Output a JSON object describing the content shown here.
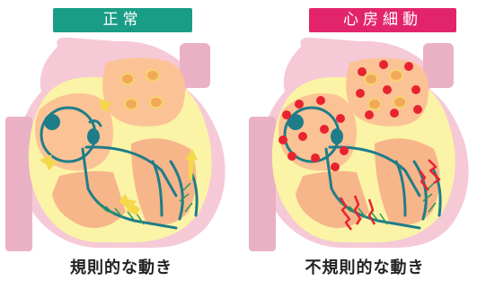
{
  "panels": [
    {
      "badge": "正常",
      "caption": "規則的な動き",
      "badge_color": "#1a9d86"
    },
    {
      "badge": "心房細動",
      "caption": "不規則的な動き",
      "badge_color": "#e2256b"
    }
  ],
  "colors": {
    "outer_pink": "#f6c9d6",
    "outer_pink_dark": "#eab1c4",
    "inner_yellow": "#fbf3a6",
    "chamber_orange": "#fbc395",
    "chamber_tan": "#f7b58a",
    "conduction_teal": "#1f7d8a",
    "arrow_yellow": "#f4d84a",
    "af_red": "#e8232f"
  }
}
